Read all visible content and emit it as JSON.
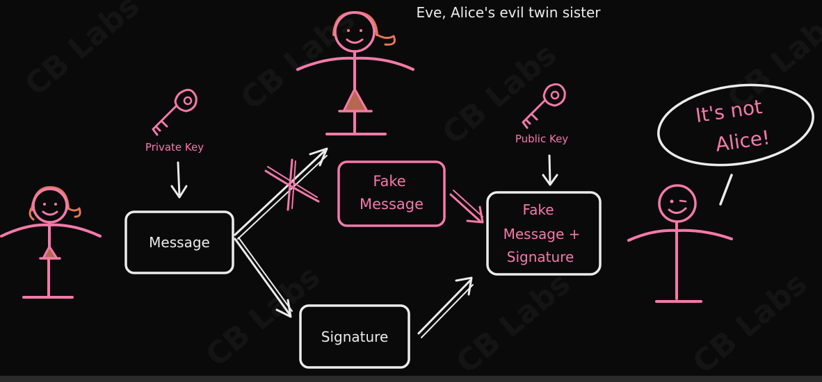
{
  "watermark": "CB Labs",
  "caption_eve": "Eve, Alice's evil twin sister",
  "private_key_label": "Private Key",
  "public_key_label": "Public Key",
  "message_box": "Message",
  "signature_box": "Signature",
  "fake_message_box": [
    "Fake",
    "Message"
  ],
  "fake_combined_box": [
    "Fake",
    "Message +",
    "Signature"
  ],
  "speech_bubble": [
    "It's not",
    "Alice!"
  ],
  "colors": {
    "background": "#0b0a0b",
    "chalk_white": "#ececec",
    "pink": "#f57aa9",
    "orange_hair": "#e2785a",
    "dress_brown": "#b5684e"
  }
}
